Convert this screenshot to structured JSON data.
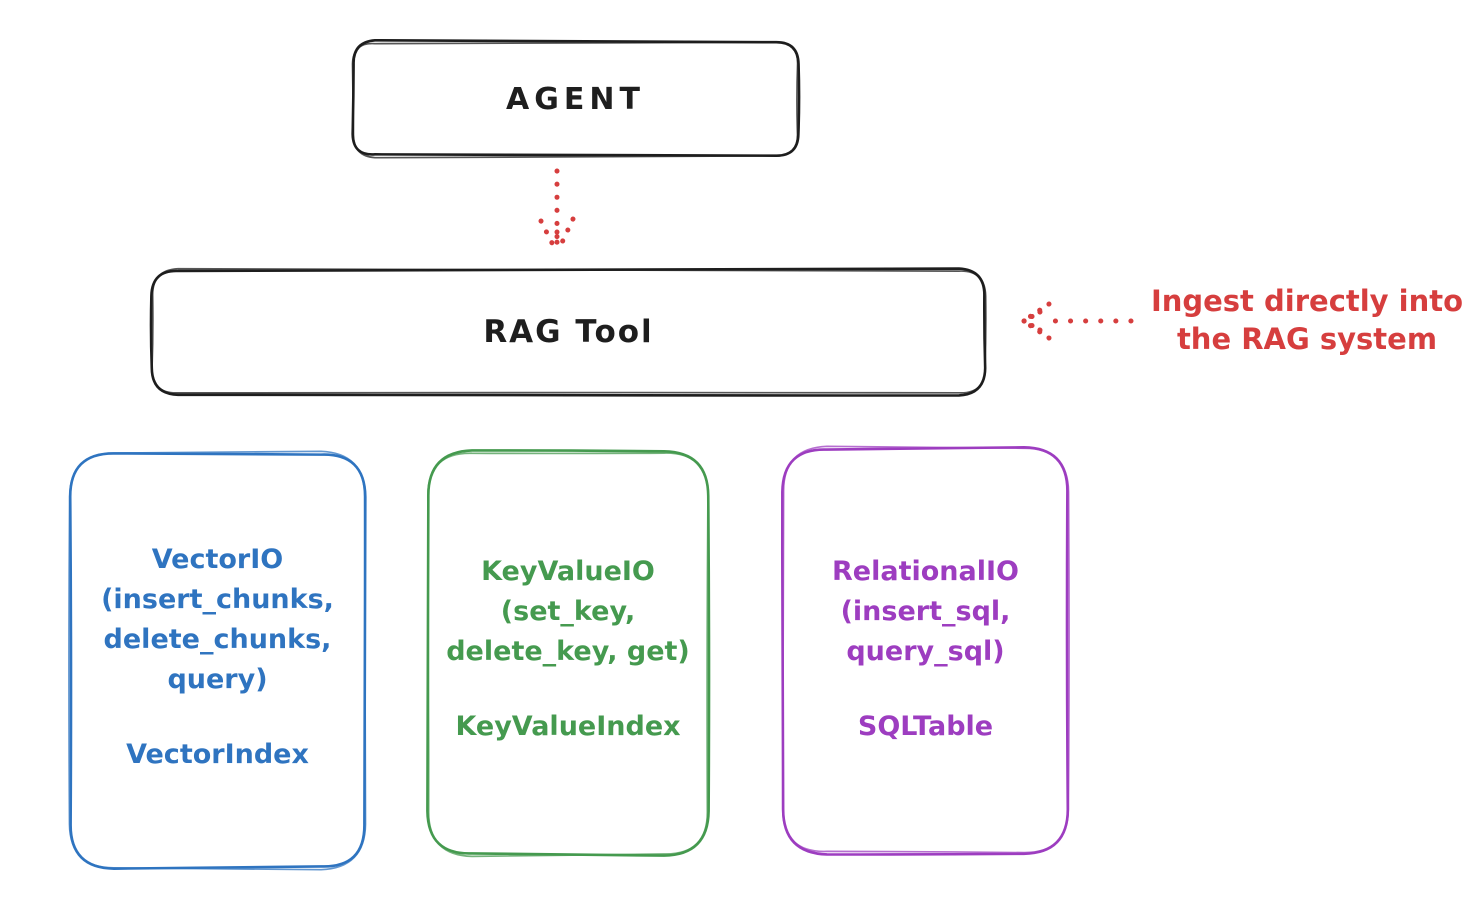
{
  "colors": {
    "background": "#ffffff",
    "ink": "#1e1e1e",
    "red": "#d63e3e",
    "blue": "#2f74c0",
    "green": "#459a4f",
    "purple": "#9d3dc0"
  },
  "nodes": {
    "agent": {
      "label": "AGENT"
    },
    "rag_tool": {
      "label": "RAG Tool"
    },
    "vector_io": {
      "title": "VectorIO",
      "ops": [
        "(insert_chunks,",
        "delete_chunks,",
        "query)"
      ],
      "index": "VectorIndex"
    },
    "key_value_io": {
      "title": "KeyValueIO",
      "ops": [
        "(set_key,",
        "delete_key, get)"
      ],
      "index": "KeyValueIndex"
    },
    "relational_io": {
      "title": "RelationalIO",
      "ops": [
        "(insert_sql,",
        "query_sql)"
      ],
      "index": "SQLTable"
    }
  },
  "annotation": {
    "line1": "Ingest directly into",
    "line2": "the RAG system"
  }
}
